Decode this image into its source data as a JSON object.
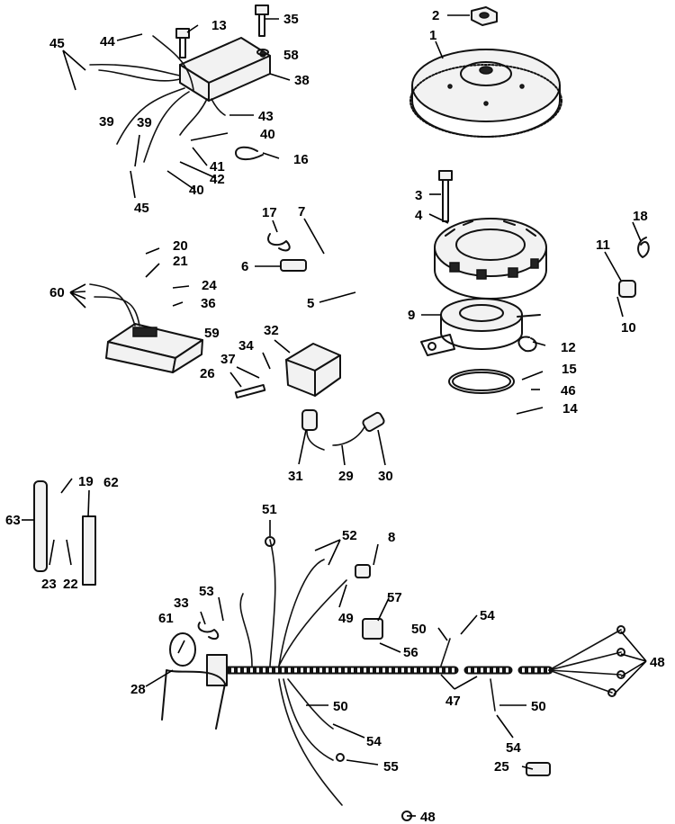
{
  "callouts": {
    "c1": "1",
    "c2": "2",
    "c3": "3",
    "c4": "4",
    "c5": "5",
    "c6": "6",
    "c7": "7",
    "c8": "8",
    "c9": "9",
    "c10": "10",
    "c11": "11",
    "c12": "12",
    "c13": "13",
    "c14": "14",
    "c15": "15",
    "c16": "16",
    "c17": "17",
    "c18": "18",
    "c19": "19",
    "c20": "20",
    "c21": "21",
    "c22": "22",
    "c23": "23",
    "c24": "24",
    "c25": "25",
    "c26": "26",
    "c28": "28",
    "c29": "29",
    "c30": "30",
    "c31": "31",
    "c32": "32",
    "c33": "33",
    "c34": "34",
    "c35": "35",
    "c36": "36",
    "c37": "37",
    "c38": "38",
    "c39a": "39",
    "c39b": "39",
    "c40a": "40",
    "c40b": "40",
    "c41": "41",
    "c42": "42",
    "c43": "43",
    "c44": "44",
    "c45a": "45",
    "c45b": "45",
    "c46": "46",
    "c47": "47",
    "c48a": "48",
    "c48b": "48",
    "c49": "49",
    "c50a": "50",
    "c50b": "50",
    "c50c": "50",
    "c51": "51",
    "c52": "52",
    "c53": "53",
    "c54a": "54",
    "c54b": "54",
    "c54c": "54",
    "c55": "55",
    "c56": "56",
    "c57": "57",
    "c58": "58",
    "c59": "59",
    "c60": "60",
    "c61": "61",
    "c62": "62",
    "c63": "63"
  }
}
